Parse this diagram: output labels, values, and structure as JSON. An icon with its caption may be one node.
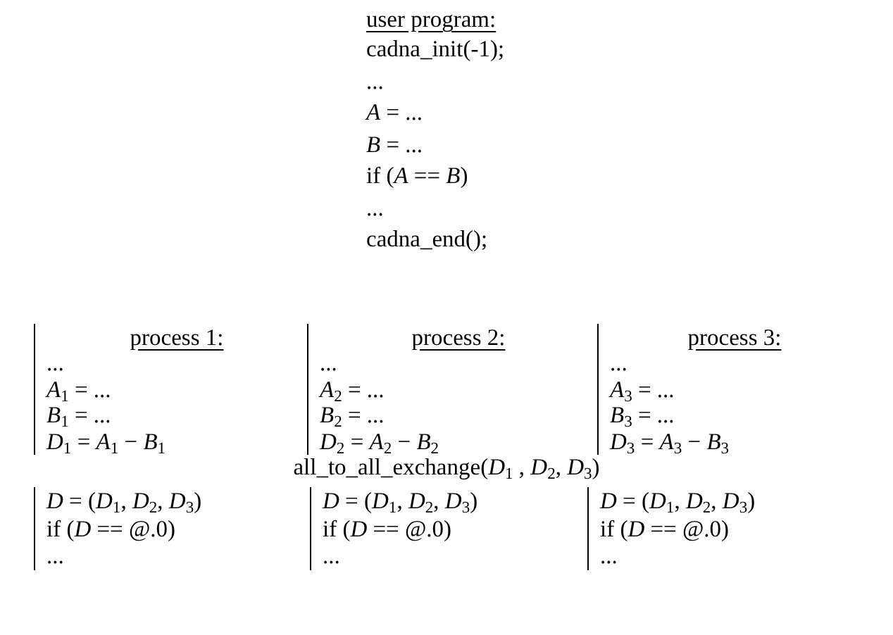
{
  "diagram": {
    "labels": [
      "user program:",
      "cadna_init(-1);",
      "...",
      "*A* = ...",
      "*B* = ...",
      "if (*A* == *B*)",
      "...",
      "cadna_end();",
      "process 1:",
      "process 2:",
      "process 3:",
      "...",
      "...",
      "...",
      "*A*$_{1}$ = ...",
      "*A*$_{2}$ = ...",
      "*A*$_{3}$ = ...",
      "*B*$_{1}$ = ...",
      "*B*$_{2}$ = ...",
      "*B*$_{3}$ = ...",
      "*D*$_{1}$ = *A*$_{1}$ − *B*$_{1}$",
      "*D*$_{2}$ = *A*$_{2}$ − *B*$_{2}$",
      "*D*$_{3}$ = *A*$_{3}$ − *B*$_{3}$",
      "all_to_all_exchange(*D*$_{1}$ , *D*$_{2}$, *D*$_{3}$)",
      "*D* = (*D*$_{1}$, *D*$_{2}$, *D*$_{3}$)",
      "*D* = (*D*$_{1}$, *D*$_{2}$, *D*$_{3}$)",
      "*D* = (*D*$_{1}$, *D*$_{2}$, *D*$_{3}$)",
      "if (*D* == @.0)",
      "if (*D* == @.0)",
      "if (*D* == @.0)",
      "...",
      "...",
      "..."
    ]
  }
}
